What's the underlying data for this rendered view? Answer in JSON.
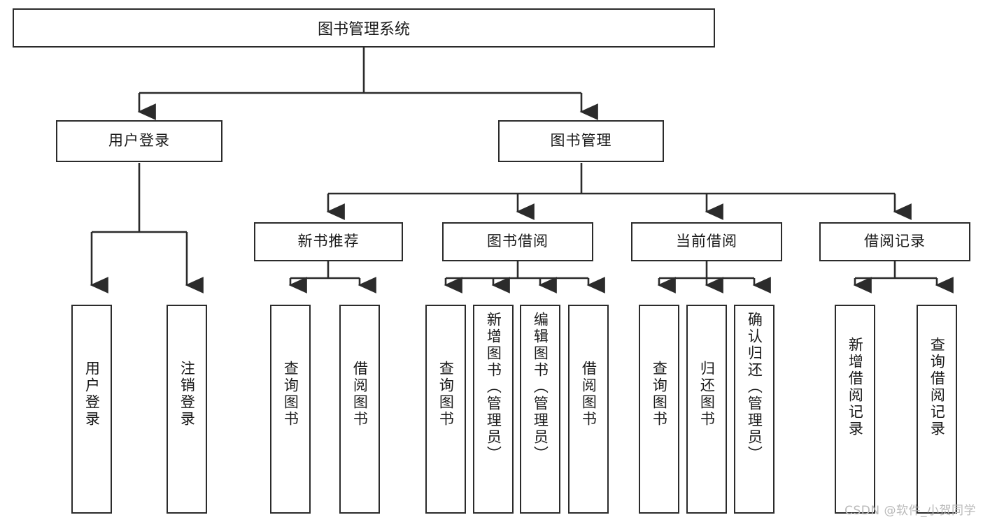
{
  "diagram": {
    "title": "图书管理系统",
    "watermark": "CSDN @软件_小贺同学",
    "root": {
      "id": "root",
      "label": "图书管理系统"
    },
    "level2": [
      {
        "id": "user-login",
        "label": "用户登录"
      },
      {
        "id": "book-manage",
        "label": "图书管理"
      }
    ],
    "level3": [
      {
        "id": "new-book-recommend",
        "label": "新书推荐"
      },
      {
        "id": "book-borrow",
        "label": "图书借阅"
      },
      {
        "id": "current-borrow",
        "label": "当前借阅"
      },
      {
        "id": "borrow-record",
        "label": "借阅记录"
      }
    ],
    "leaves": [
      {
        "id": "leaf-user-login",
        "label": "用户登录",
        "parent": "user-login"
      },
      {
        "id": "leaf-user-logout",
        "label": "注销登录",
        "parent": "user-login"
      },
      {
        "id": "leaf-query-book-1",
        "label": "查询图书",
        "parent": "new-book-recommend"
      },
      {
        "id": "leaf-borrow-book-1",
        "label": "借阅图书",
        "parent": "new-book-recommend"
      },
      {
        "id": "leaf-query-book-2",
        "label": "查询图书",
        "parent": "book-borrow"
      },
      {
        "id": "leaf-add-book",
        "label": "新增图书（管理员）",
        "parent": "book-borrow"
      },
      {
        "id": "leaf-edit-book",
        "label": "编辑图书（管理员）",
        "parent": "book-borrow"
      },
      {
        "id": "leaf-borrow-book-2",
        "label": "借阅图书",
        "parent": "book-borrow"
      },
      {
        "id": "leaf-query-book-3",
        "label": "查询图书",
        "parent": "current-borrow"
      },
      {
        "id": "leaf-return-book",
        "label": "归还图书",
        "parent": "current-borrow"
      },
      {
        "id": "leaf-confirm-return",
        "label": "确认归还（管理员）",
        "parent": "current-borrow"
      },
      {
        "id": "leaf-add-record",
        "label": "新增借阅记录",
        "parent": "borrow-record"
      },
      {
        "id": "leaf-query-record",
        "label": "查询借阅记录",
        "parent": "borrow-record"
      }
    ],
    "colors": {
      "stroke": "#2b2b2b",
      "fill": "#ffffff",
      "text": "#1a1a1a",
      "watermark": "#b9b9b9"
    }
  }
}
